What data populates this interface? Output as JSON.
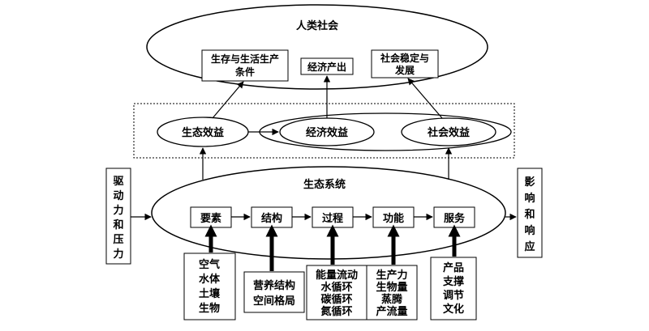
{
  "human_society": {
    "title": "人类社会",
    "boxes": [
      {
        "lines": [
          "生存与生活生产",
          "条件"
        ]
      },
      {
        "lines": [
          "经济产出"
        ]
      },
      {
        "lines": [
          "社会稳定与",
          "发展"
        ]
      }
    ]
  },
  "benefits": {
    "ecological": "生态效益",
    "economic": "经济效益",
    "social": "社会效益"
  },
  "ecosystem": {
    "title": "生态系统",
    "chain": [
      "要素",
      "结构",
      "过程",
      "功能",
      "服务"
    ]
  },
  "driver_label": [
    "驱",
    "动",
    "力",
    "和",
    "压",
    "力"
  ],
  "impact_label": [
    "影",
    "响",
    "和",
    "响",
    "应"
  ],
  "inputs": [
    {
      "lines": [
        "空气",
        "水体",
        "土壤",
        "生物"
      ]
    },
    {
      "lines": [
        "营养结构",
        "空间格局"
      ]
    },
    {
      "lines": [
        "能量流动",
        "水循环",
        "碳循环",
        "氮循环"
      ]
    },
    {
      "lines": [
        "生产力",
        "生物量",
        "蒸腾",
        "产流量"
      ]
    },
    {
      "lines": [
        "产品",
        "支撑",
        "调节",
        "文化"
      ]
    }
  ]
}
